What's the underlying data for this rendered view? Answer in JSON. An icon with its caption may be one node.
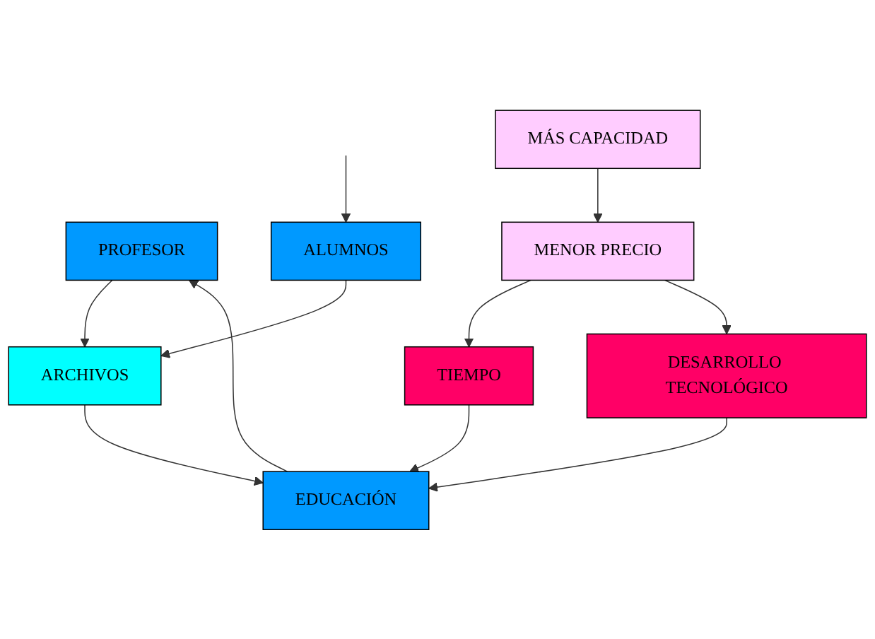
{
  "diagram": {
    "nodes": [
      {
        "text": [
          "PROFESOR"
        ]
      },
      {
        "text": [
          "ALUMNOS"
        ]
      },
      {
        "text": [
          "ARCHIVOS"
        ]
      },
      {
        "text": [
          "EDUCACIÓN"
        ]
      },
      {
        "text": [
          "TIEMPO"
        ]
      },
      {
        "text": [
          "DESARROLLO TECNOLÓGICO"
        ]
      },
      {
        "text": [
          "MENOR PRECIO"
        ]
      },
      {
        "text": [
          "MÁS CAPACIDAD"
        ]
      }
    ],
    "edges": [
      {
        "from": 0,
        "to": 2,
        "arrow": "to"
      },
      {
        "from": 1,
        "to": 2,
        "arrow": "to"
      },
      {
        "from": 2,
        "to": 3,
        "arrow": "to"
      },
      {
        "from": 3,
        "to": 0,
        "arrow": "to"
      },
      {
        "from": null,
        "to": 1,
        "arrow": "to"
      },
      {
        "from": 4,
        "to": 3,
        "arrow": "to"
      },
      {
        "from": 5,
        "to": 3,
        "arrow": "to"
      },
      {
        "from": 6,
        "to": 4,
        "arrow": "to"
      },
      {
        "from": 6,
        "to": 5,
        "arrow": "to"
      },
      {
        "from": 7,
        "to": 6,
        "arrow": "to"
      }
    ]
  }
}
